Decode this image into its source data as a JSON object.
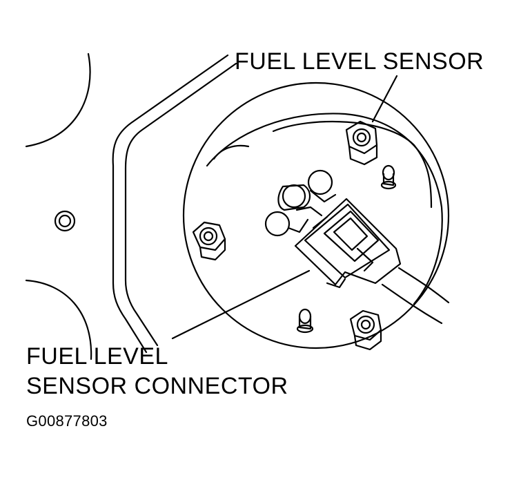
{
  "labels": {
    "fuel_level_sensor": "FUEL LEVEL SENSOR",
    "connector_line1": "FUEL LEVEL",
    "connector_line2": "SENSOR CONNECTOR",
    "figure_code": "G00877803"
  },
  "colors": {
    "ink": "#000000",
    "background": "#ffffff"
  }
}
